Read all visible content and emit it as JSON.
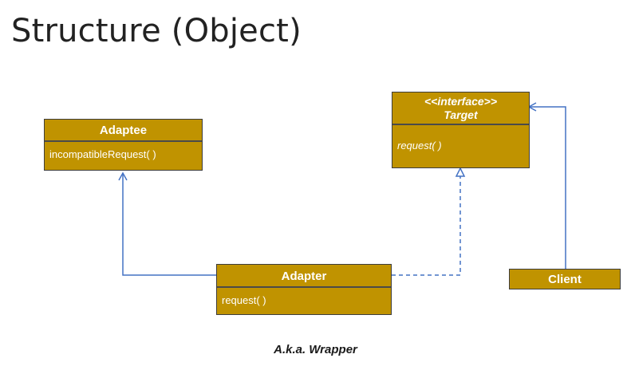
{
  "title": "Structure (Object)",
  "adaptee": {
    "name": "Adaptee",
    "method": "incompatibleRequest( )"
  },
  "target": {
    "stereotype": "<<interface>>",
    "name": "Target",
    "method": "request( )"
  },
  "adapter": {
    "name": "Adapter",
    "method": "request( )"
  },
  "client": {
    "name": "Client"
  },
  "caption": "A.k.a. Wrapper",
  "colors": {
    "box_fill": "#c09300",
    "connector": "#4472c4"
  }
}
